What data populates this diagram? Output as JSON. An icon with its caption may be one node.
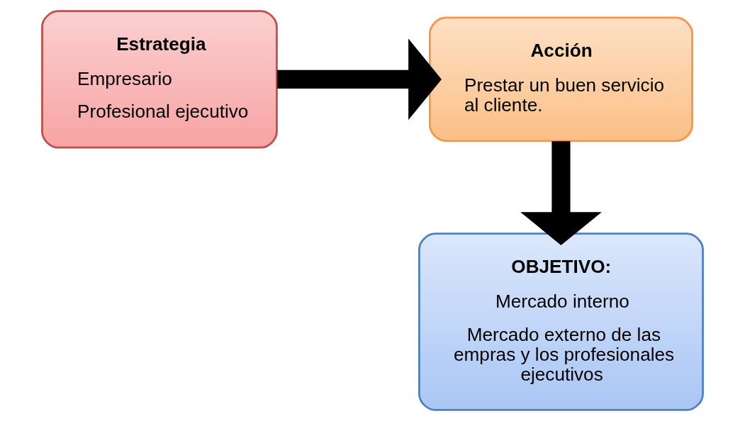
{
  "diagram": {
    "nodes": [
      {
        "text": [
          "Estrategia",
          "Empresario",
          "Profesional ejecutivo"
        ]
      },
      {
        "text": [
          "Acción",
          "Prestar un buen servicio al cliente."
        ]
      },
      {
        "text": [
          "OBJETIVO:",
          "Mercado interno",
          "Mercado externo de las empras y los profesionales ejecutivos"
        ]
      }
    ],
    "edges": [
      {
        "from": 0,
        "to": 1,
        "arrow": "to"
      },
      {
        "from": 1,
        "to": 2,
        "arrow": "to"
      }
    ]
  }
}
